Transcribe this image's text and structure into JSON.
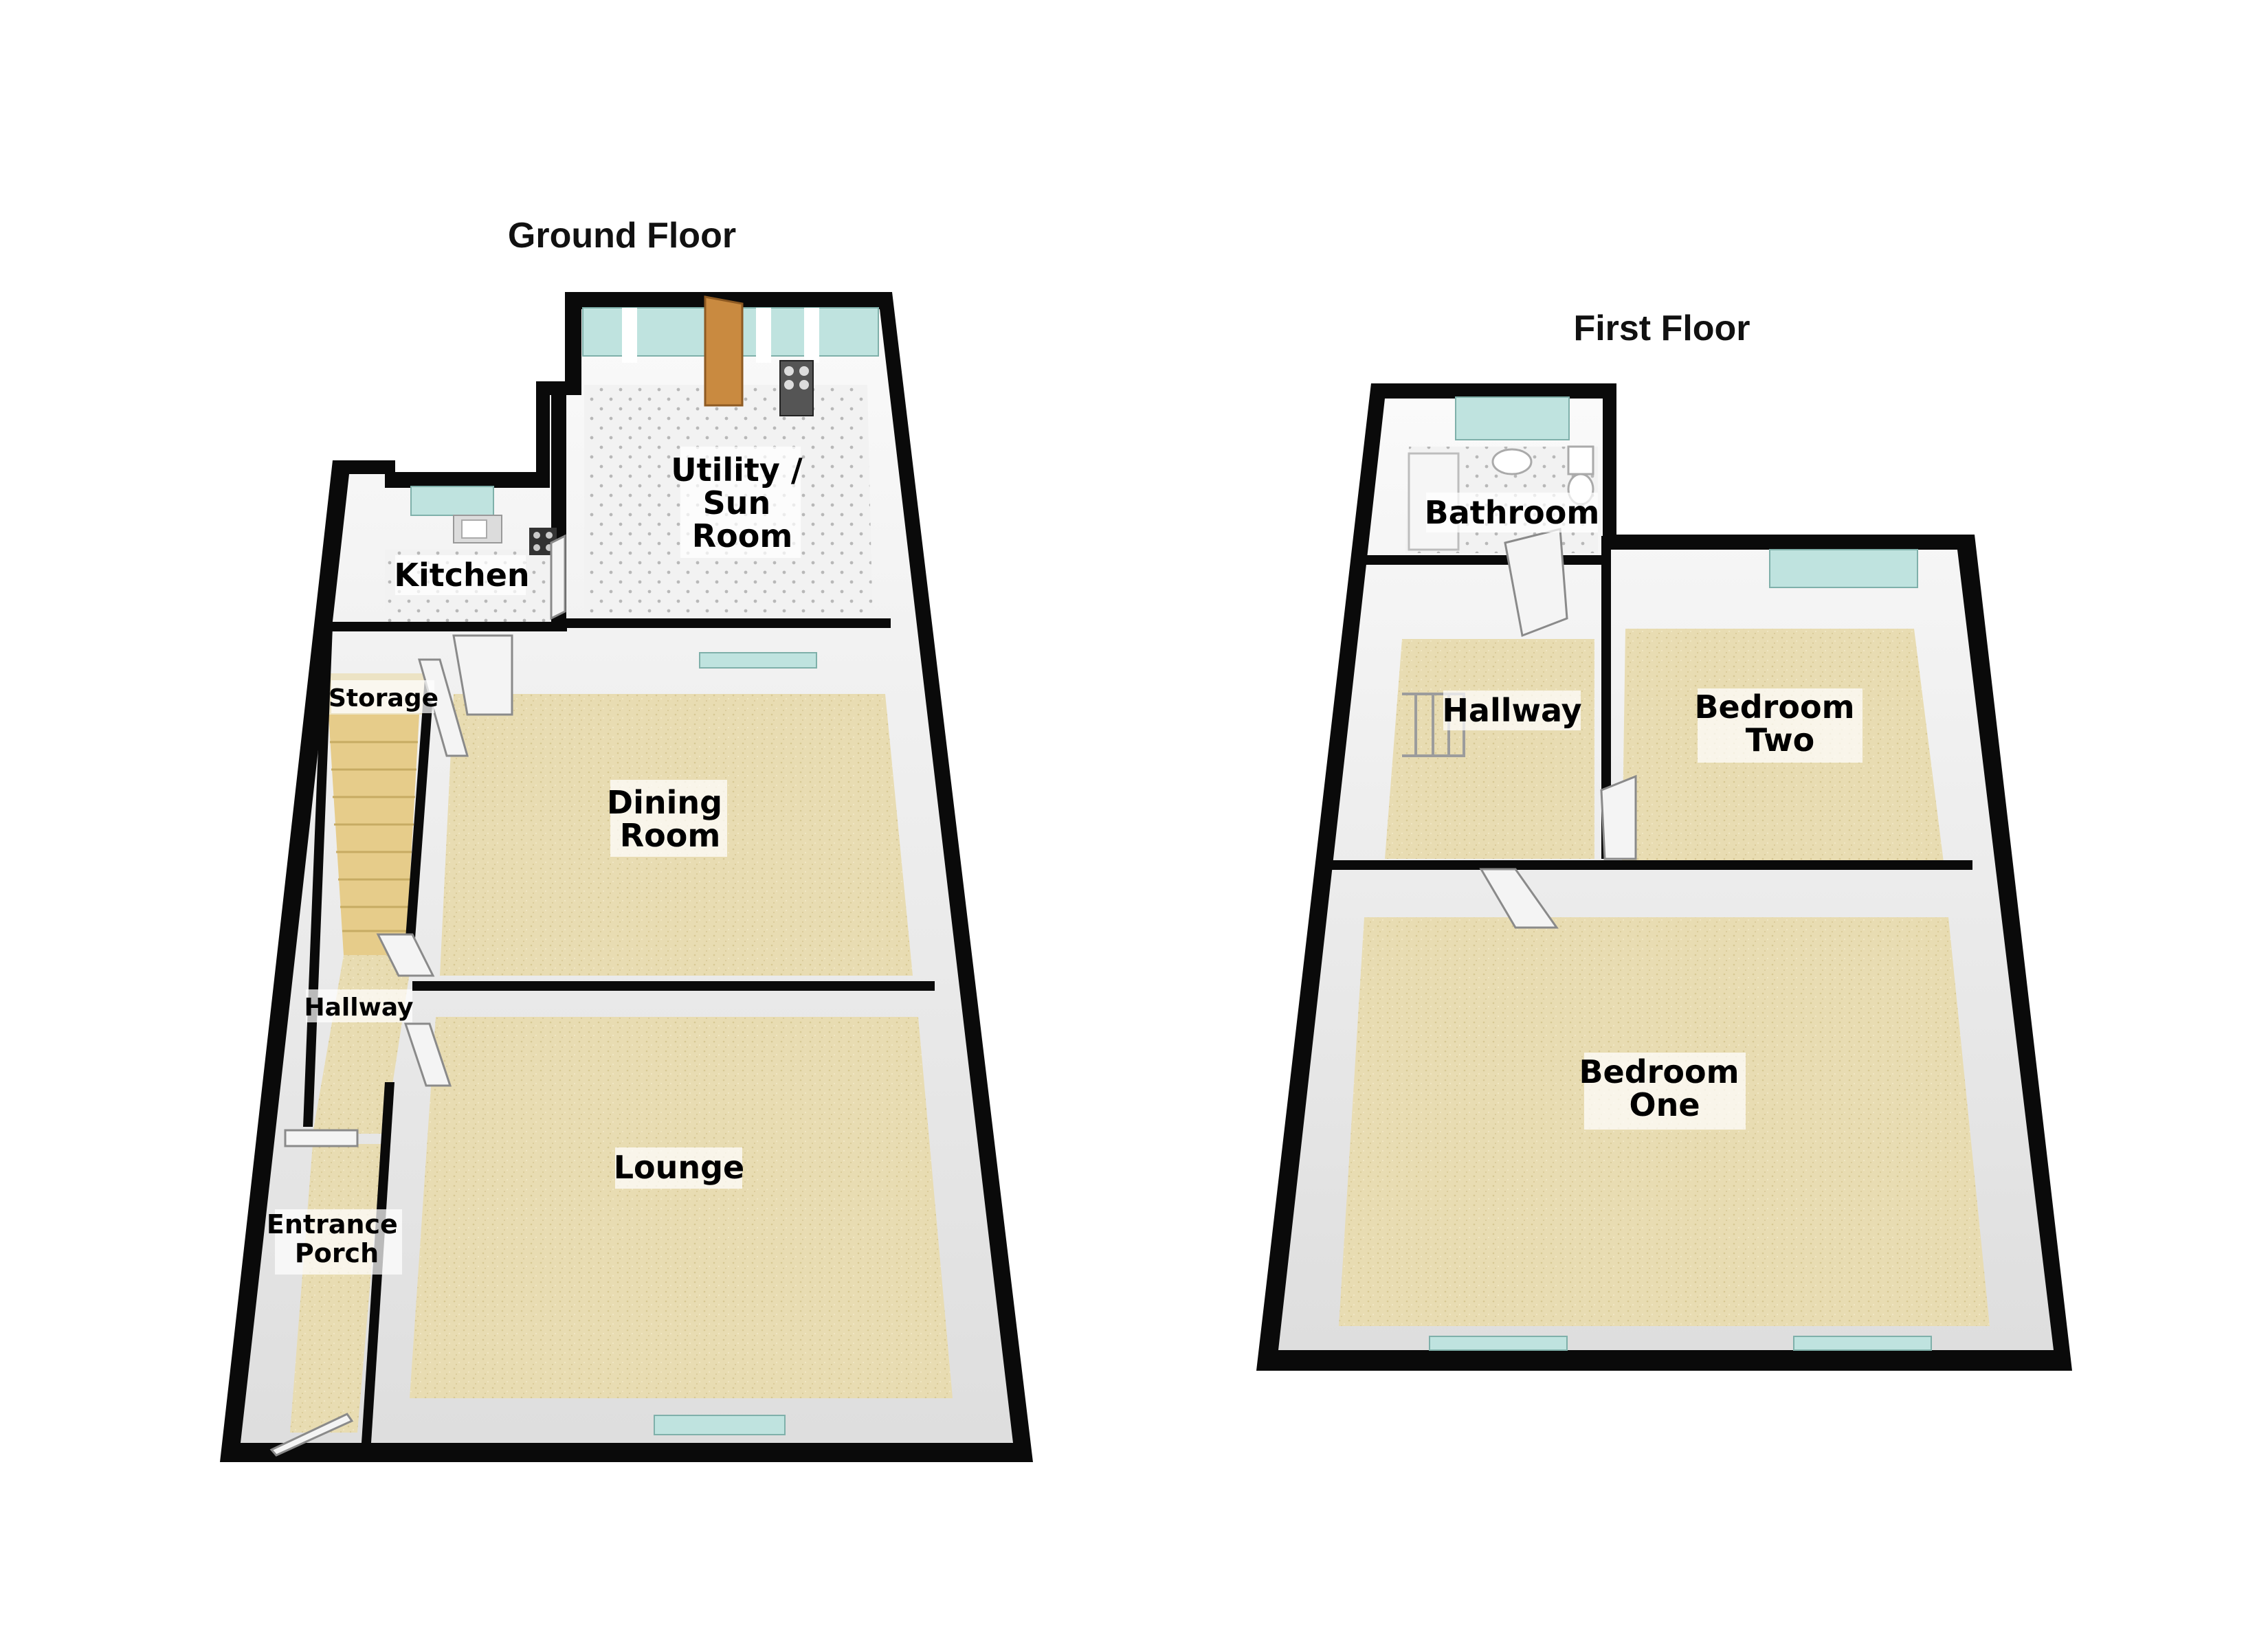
{
  "floors": {
    "ground": {
      "title": "Ground Floor",
      "rooms": {
        "utility": [
          "Utility /",
          "Sun",
          "Room"
        ],
        "kitchen": [
          "Kitchen"
        ],
        "storage": [
          "Storage"
        ],
        "dining": [
          "Dining",
          "Room"
        ],
        "hallway": [
          "Hallway"
        ],
        "lounge": [
          "Lounge"
        ],
        "porch": [
          "Entrance",
          "Porch"
        ]
      }
    },
    "first": {
      "title": "First Floor",
      "rooms": {
        "bathroom": [
          "Bathroom"
        ],
        "hallway": [
          "Hallway"
        ],
        "bedroom_two": [
          "Bedroom",
          "Two"
        ],
        "bedroom_one": [
          "Bedroom",
          "One"
        ]
      }
    }
  },
  "colors": {
    "wall": "#0a0a0a",
    "carpet": "#e8dcb2",
    "carpet_dark": "#d9c99a",
    "tile": "#ebebeb",
    "inner_wall": "#f7f7f7",
    "window": "#bfe3df",
    "door_wood": "#c98a40",
    "stair": "#e6cc8a"
  }
}
